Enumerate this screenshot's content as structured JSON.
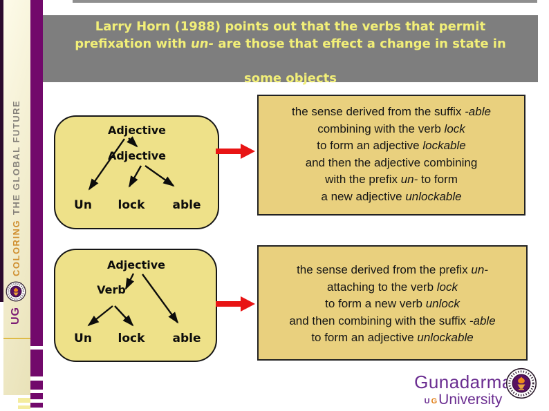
{
  "header": {
    "lines": [
      [
        {
          "t": "Larry Horn (1988) points out that the verbs that permit"
        }
      ],
      [
        {
          "t": "prefixation with "
        },
        {
          "t": "un-",
          "i": 1
        },
        {
          "t": " are those that effect a change in state in"
        }
      ]
    ],
    "sub": "some objects"
  },
  "sidebar": {
    "ug": "UG",
    "coloring": "COLORING",
    "rest": "THE GLOBAL FUTURE"
  },
  "tree1": {
    "root": "Adjective",
    "mid": "Adjective",
    "leaves": [
      "Un",
      "lock",
      "able"
    ]
  },
  "tree2": {
    "root": "Adjective",
    "mid": "Verb",
    "leaves": [
      "Un",
      "lock",
      "able"
    ]
  },
  "note1": {
    "lines": [
      [
        {
          "t": "the sense derived from the suffix "
        },
        {
          "t": "-able",
          "i": 1
        }
      ],
      [
        {
          "t": "combining with the verb "
        },
        {
          "t": "lock",
          "i": 1
        }
      ],
      [
        {
          "t": "to form an adjective "
        },
        {
          "t": "lockable",
          "i": 1
        }
      ],
      [
        {
          "t": "and then the adjective combining"
        }
      ],
      [
        {
          "t": "with the prefix "
        },
        {
          "t": "un-",
          "i": 1
        },
        {
          "t": " to form"
        }
      ],
      [
        {
          "t": "a new adjective "
        },
        {
          "t": "unlockable",
          "i": 1
        }
      ]
    ]
  },
  "note2": {
    "lines": [
      [
        {
          "t": "the sense derived from the prefix "
        },
        {
          "t": "un-",
          "i": 1
        }
      ],
      [
        {
          "t": "attaching to the verb "
        },
        {
          "t": "lock",
          "i": 1
        }
      ],
      [
        {
          "t": "to form a new verb "
        },
        {
          "t": "unlock",
          "i": 1
        }
      ],
      [
        {
          "t": "and then combining with the suffix "
        },
        {
          "t": "-able",
          "i": 1
        }
      ],
      [
        {
          "t": "to form an adjective "
        },
        {
          "t": "unlockable",
          "i": 1
        }
      ]
    ]
  },
  "brand": {
    "name": "Gunadarma",
    "acronym_u": "U",
    "acronym_g": "G",
    "sub": "University"
  },
  "colors": {
    "header_bg": "#7e7e7e",
    "header_text": "#f2ef78",
    "tree_fill": "#eee189",
    "note_fill": "#e9d07e",
    "arrow_red": "#e81414",
    "sidebar_purple": "#72096b",
    "brand_purple": "#6b2e91",
    "brand_orange": "#e07b10"
  }
}
